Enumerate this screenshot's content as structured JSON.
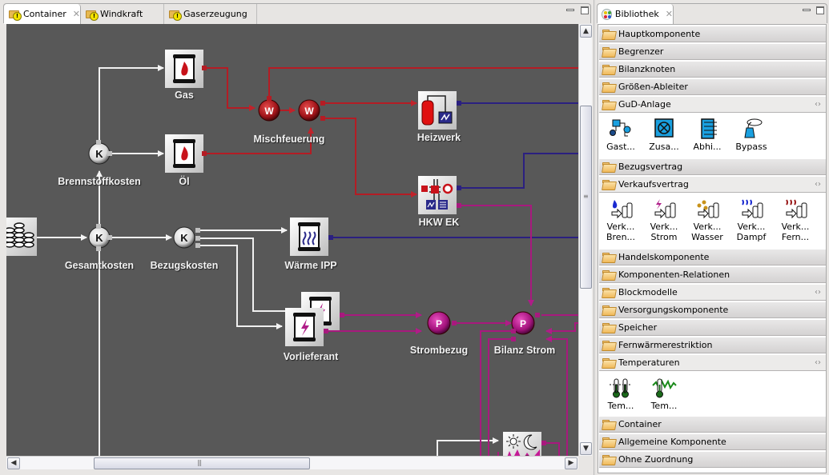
{
  "editor": {
    "tabs": [
      {
        "label": "Container",
        "active": true,
        "closable": true,
        "icon": "folder-warning-icon"
      },
      {
        "label": "Windkraft",
        "active": false,
        "icon": "folder-warning-icon"
      },
      {
        "label": "Gaserzeugung",
        "active": false,
        "icon": "folder-warning-icon"
      }
    ],
    "controls": {
      "minimize": "minimize-icon",
      "maximize": "maximize-icon"
    },
    "canvas": {
      "nodes": [
        {
          "id": "gas",
          "label": "Gas",
          "type": "contract-fuel"
        },
        {
          "id": "oel",
          "label": "Öl",
          "type": "contract-fuel"
        },
        {
          "id": "brennstoffkosten",
          "label": "Brennstoffkosten",
          "type": "cost-node",
          "glyph": "K"
        },
        {
          "id": "mischfeuerung",
          "label": "Mischfeuerung",
          "type": "heat-balance",
          "glyph": "W"
        },
        {
          "id": "heizwerk",
          "label": "Heizwerk",
          "type": "plant"
        },
        {
          "id": "hkw-ek",
          "label": "HKW EK",
          "type": "chp-plant"
        },
        {
          "id": "gesamtkosten",
          "label": "Gesamtkosten",
          "type": "cost-node",
          "glyph": "K"
        },
        {
          "id": "bezugskosten",
          "label": "Bezugskosten",
          "type": "cost-node",
          "glyph": "K"
        },
        {
          "id": "waerme-ipp",
          "label": "Wärme IPP",
          "type": "contract-heat"
        },
        {
          "id": "vorlieferant",
          "label": "Vorlieferant",
          "type": "contract-power"
        },
        {
          "id": "strombezug",
          "label": "Strombezug",
          "type": "power-balance",
          "glyph": "P"
        },
        {
          "id": "bilanz-strom",
          "label": "Bilanz Strom",
          "type": "power-balance",
          "glyph": "P"
        },
        {
          "id": "kosten-summe",
          "label": "",
          "type": "coins"
        },
        {
          "id": "lastprofil",
          "label": "",
          "type": "day-night-profile"
        }
      ]
    },
    "scrollbars": {
      "vertical": "vertical-scrollbar",
      "horizontal": "horizontal-scrollbar"
    }
  },
  "library": {
    "title": "Bibliothek",
    "drawers": [
      {
        "label": "Hauptkomponente",
        "open": false
      },
      {
        "label": "Begrenzer",
        "open": false
      },
      {
        "label": "Bilanzknoten",
        "open": false
      },
      {
        "label": "Größen-Ableiter",
        "open": false
      },
      {
        "label": "GuD-Anlage",
        "open": true,
        "tools": [
          {
            "label": "Gast...",
            "icon": "gas-turbine-icon"
          },
          {
            "label": "Zusa...",
            "icon": "additional-firing-icon"
          },
          {
            "label": "Abhi...",
            "icon": "heat-recovery-boiler-icon"
          },
          {
            "label": "Bypass",
            "icon": "bypass-stack-icon"
          }
        ]
      },
      {
        "label": "Bezugsvertrag",
        "open": false
      },
      {
        "label": "Verkaufsvertrag",
        "open": true,
        "tools": [
          {
            "label": "Verk... Bren...",
            "line1": "Verk...",
            "line2": "Bren...",
            "icon": "sell-fuel-icon"
          },
          {
            "label": "Verk... Strom",
            "line1": "Verk...",
            "line2": "Strom",
            "icon": "sell-power-icon"
          },
          {
            "label": "Verk... Wasser",
            "line1": "Verk...",
            "line2": "Wasser",
            "icon": "sell-water-icon"
          },
          {
            "label": "Verk... Dampf",
            "line1": "Verk...",
            "line2": "Dampf",
            "icon": "sell-steam-icon"
          },
          {
            "label": "Verk... Fern...",
            "line1": "Verk...",
            "line2": "Fern...",
            "icon": "sell-district-heat-icon"
          }
        ]
      },
      {
        "label": "Handelskomponente",
        "open": false
      },
      {
        "label": "Komponenten-Relationen",
        "open": false
      },
      {
        "label": "Blockmodelle",
        "open": false,
        "pinned": true
      },
      {
        "label": "Versorgungskomponente",
        "open": false
      },
      {
        "label": "Speicher",
        "open": false
      },
      {
        "label": "Fernwärmerestriktion",
        "open": false
      },
      {
        "label": "Temperaturen",
        "open": true,
        "tools": [
          {
            "label": "Tem...",
            "icon": "temperature-pair-icon"
          },
          {
            "label": "Tem...",
            "icon": "temperature-profile-icon"
          }
        ]
      },
      {
        "label": "Container",
        "open": false
      },
      {
        "label": "Allgemeine Komponente",
        "open": false
      },
      {
        "label": "Ohne Zuordnung",
        "open": false
      }
    ]
  },
  "colors": {
    "canvas_bg": "#585858",
    "cost_link": "#ffffff",
    "fuel_link": "#b01c24",
    "heat_link": "#2a1f7a",
    "power_link": "#a8197e"
  }
}
